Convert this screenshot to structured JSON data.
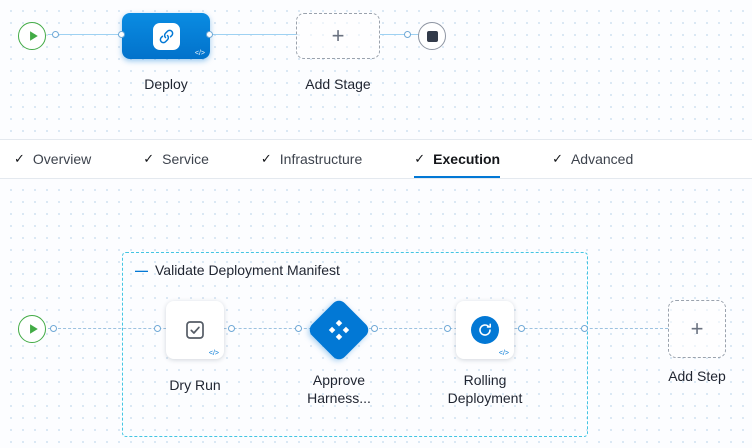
{
  "stage_panel": {
    "deploy": {
      "label": "Deploy",
      "code_badge": "</>"
    },
    "add_stage": {
      "label": "Add Stage",
      "plus": "+"
    }
  },
  "tabs": [
    {
      "check": "✓",
      "label": "Overview"
    },
    {
      "check": "✓",
      "label": "Service"
    },
    {
      "check": "✓",
      "label": "Infrastructure"
    },
    {
      "check": "✓",
      "label": "Execution"
    },
    {
      "check": "✓",
      "label": "Advanced"
    }
  ],
  "execution_panel": {
    "step_group": {
      "collapse": "—",
      "title": "Validate Deployment Manifest"
    },
    "steps": {
      "dry_run": {
        "label": "Dry Run",
        "code_badge": "</>"
      },
      "approve": {
        "label": "Approve Harness..."
      },
      "rolling": {
        "label": "Rolling Deployment",
        "code_badge": "</>"
      }
    },
    "add_step": {
      "label": "Add Step",
      "plus": "+"
    }
  },
  "colors": {
    "accent_blue": "#0278d5",
    "group_border": "#43c5e2",
    "play_green": "#42ab45",
    "line_blue": "#9ed1f2"
  }
}
